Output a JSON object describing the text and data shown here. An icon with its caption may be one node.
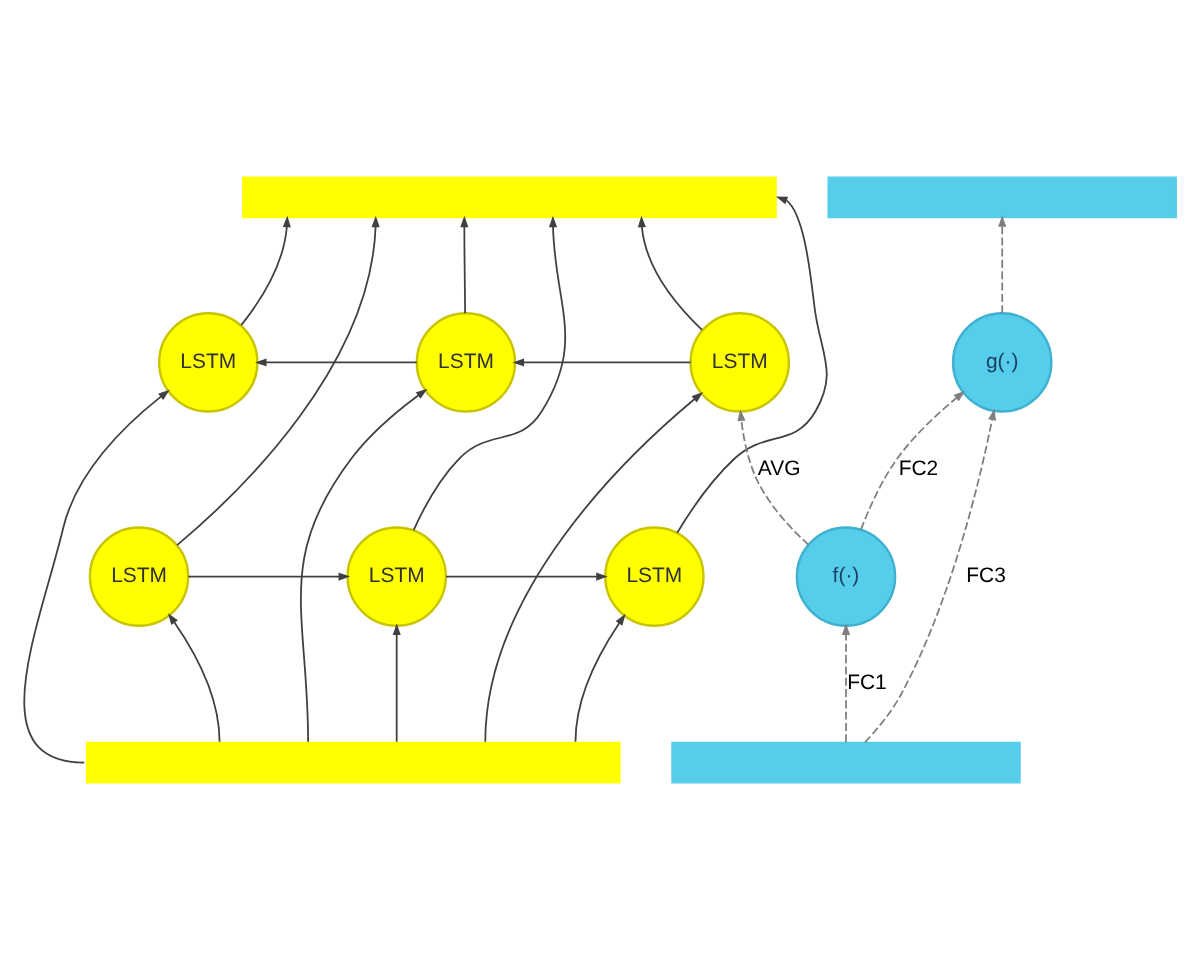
{
  "diagram": {
    "nodes": [
      {
        "text": [],
        "shape": "bar"
      },
      {
        "text": [],
        "shape": "bar"
      },
      {
        "text": [
          "LSTM"
        ]
      },
      {
        "text": [
          "LSTM"
        ]
      },
      {
        "text": [
          "LSTM"
        ]
      },
      {
        "text": [
          "g(·)"
        ]
      },
      {
        "text": [
          "LSTM"
        ]
      },
      {
        "text": [
          "LSTM"
        ]
      },
      {
        "text": [
          "LSTM"
        ]
      },
      {
        "text": [
          "f(·)"
        ]
      },
      {
        "text": [],
        "shape": "bar"
      },
      {
        "text": [],
        "shape": "bar"
      }
    ],
    "edges": [
      {
        "from": 10,
        "to": 2,
        "arrow": "to"
      },
      {
        "from": 10,
        "to": 6,
        "arrow": "to"
      },
      {
        "from": 10,
        "to": 3,
        "arrow": "to"
      },
      {
        "from": 10,
        "to": 7,
        "arrow": "to"
      },
      {
        "from": 10,
        "to": 4,
        "arrow": "to"
      },
      {
        "from": 10,
        "to": 8,
        "arrow": "to"
      },
      {
        "from": 6,
        "to": 7,
        "arrow": "to"
      },
      {
        "from": 7,
        "to": 8,
        "arrow": "to"
      },
      {
        "from": 4,
        "to": 3,
        "arrow": "to"
      },
      {
        "from": 3,
        "to": 2,
        "arrow": "to"
      },
      {
        "from": 2,
        "to": 0,
        "arrow": "to"
      },
      {
        "from": 6,
        "to": 0,
        "arrow": "to"
      },
      {
        "from": 3,
        "to": 0,
        "arrow": "to"
      },
      {
        "from": 7,
        "to": 0,
        "arrow": "to"
      },
      {
        "from": 4,
        "to": 0,
        "arrow": "to"
      },
      {
        "from": 8,
        "to": 0,
        "arrow": "to"
      },
      {
        "from": 11,
        "to": 9,
        "arrow": "to",
        "label": "FC1",
        "style": "dashed",
        "color": "#7f7f7f"
      },
      {
        "from": 11,
        "to": 5,
        "arrow": "to",
        "label": "FC3",
        "style": "dashed",
        "color": "#7f7f7f"
      },
      {
        "from": 9,
        "to": 4,
        "arrow": "to",
        "label": "AVG",
        "style": "dashed",
        "color": "#7f7f7f"
      },
      {
        "from": 9,
        "to": 5,
        "arrow": "to",
        "label": "FC2",
        "style": "dashed",
        "color": "#7f7f7f"
      },
      {
        "from": 5,
        "to": 1,
        "arrow": "to",
        "style": "dashed",
        "color": "#7f7f7f"
      }
    ]
  }
}
